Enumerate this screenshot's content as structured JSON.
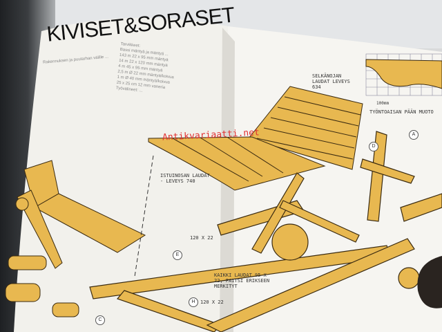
{
  "magazine": {
    "title": "KIVISET&SORASET",
    "intro_lines": [
      "Rakennuksen ja puutarhan välille ...",
      "Tarvikkeet:",
      "Bassi mäntyä ja mäntyä ..."
    ],
    "materials": [
      "143 m   22 x 95 mm mäntyä",
      "14 m   22 x 120 mm mäntyä",
      "4 m   45 x 95 mm mäntyä",
      "2,5 m   Ø 22 mm mäntyä/koivua",
      "1 m   Ø 40 mm mäntyä/koivua",
      "25 x 25 cm   12 mm vaneria"
    ],
    "tools_line": "Työvälineet: ..."
  },
  "diagram_labels": {
    "backrest": "SELKÄNOJAN LAUDAT LEVEYS 634",
    "handle_shape": "TYÖNTOAISAN PÄÄN MUOTO",
    "scale": "100mm",
    "seat": "ISTUINOSAN LAUDAT - LEVEYS 740",
    "dim_e": "120 X 22",
    "dim_h": "120 X 22",
    "all_boards": "KAIKKI LAUDAT 95 X 22, PAITSI ERIKSEEN MERKITYT",
    "markers": [
      "A",
      "D",
      "E",
      "H",
      "C"
    ]
  },
  "watermark": "Antikvariaatti.net",
  "colors": {
    "wood": "#e8b850",
    "outline": "#3a2a10",
    "paper": "#f4f3ef"
  }
}
